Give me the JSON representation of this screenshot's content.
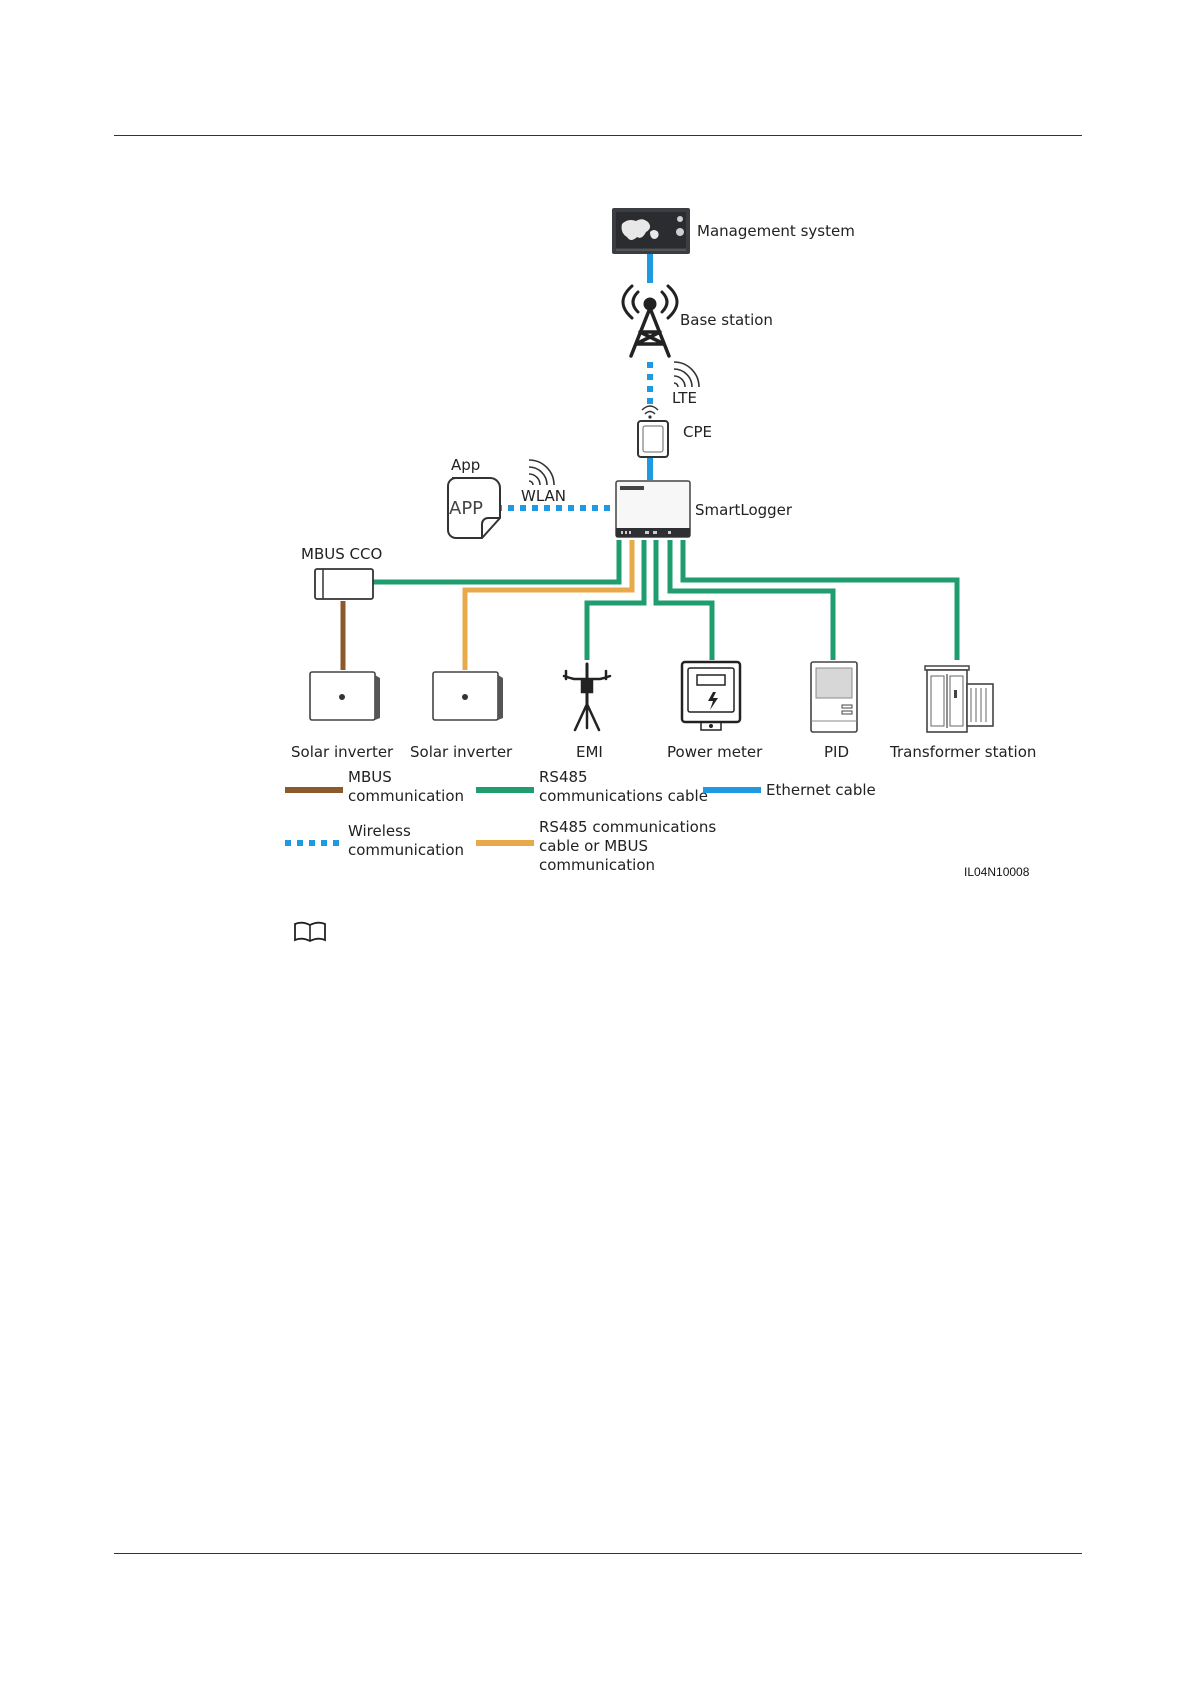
{
  "nodes": {
    "management_system": "Management system",
    "base_station": "Base station",
    "lte": "LTE",
    "cpe": "CPE",
    "app": "App",
    "app_icon_text": "APP",
    "wlan": "WLAN",
    "smartlogger": "SmartLogger",
    "mbus_cco": "MBUS CCO",
    "solar_inverter_1": "Solar inverter",
    "solar_inverter_2": "Solar inverter",
    "emi": "EMI",
    "power_meter": "Power meter",
    "pid": "PID",
    "transformer_station": "Transformer station"
  },
  "legend": {
    "mbus": [
      "MBUS",
      "communication"
    ],
    "rs485": [
      "RS485",
      "communications cable"
    ],
    "ethernet": [
      "Ethernet cable"
    ],
    "wireless": [
      "Wireless",
      "communication"
    ],
    "rs485_or_mbus": [
      "RS485 communications",
      "cable or MBUS",
      "communication"
    ]
  },
  "figure_id": "IL04N10008",
  "colors": {
    "mbus": "#8b5a2b",
    "rs485": "#1f9d6e",
    "ethernet": "#1e9be0",
    "wireless": "#1e9be0",
    "rs485_or_mbus": "#e8a94a"
  },
  "icons": [
    "monitor-map-icon",
    "tower-icon",
    "wifi-icon",
    "router-icon",
    "app-file-icon",
    "smartlogger-icon",
    "inverter-icon",
    "weather-station-icon",
    "meter-icon",
    "pid-icon",
    "transformer-icon",
    "book-icon"
  ]
}
